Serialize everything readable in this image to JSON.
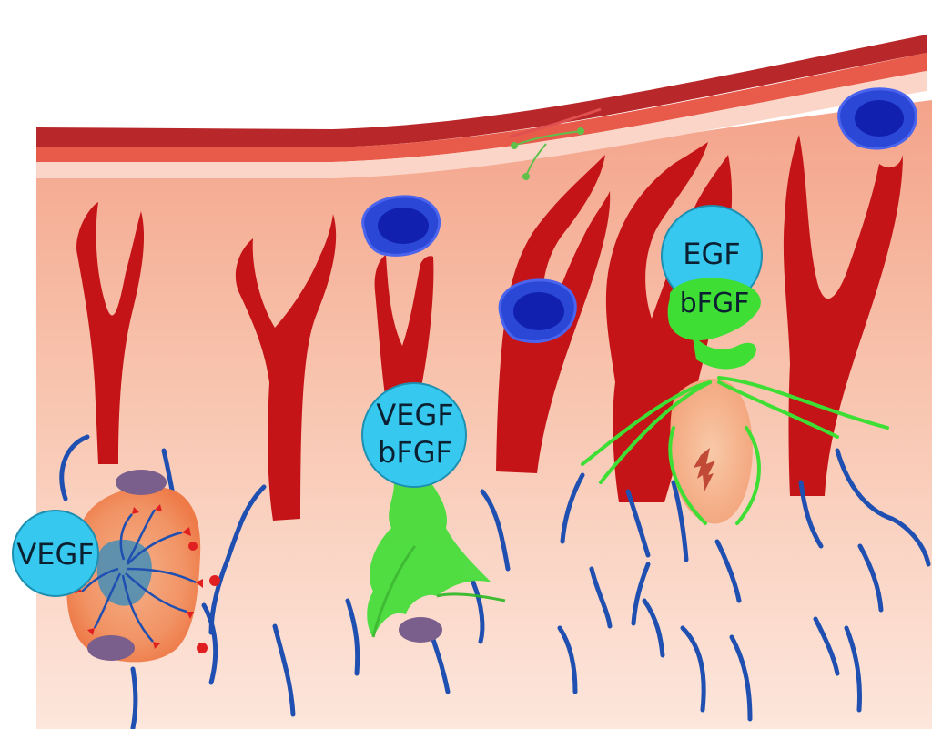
{
  "labels": {
    "vegf_left": "VEGF",
    "center_line1": "VEGF",
    "center_line2": "bFGF",
    "right_line1": "EGF",
    "right_line2": "bFGF"
  },
  "colors": {
    "background_tissue": "#f8c8b2",
    "vessel_red": "#c41417",
    "fiber_blue": "#1f4fb0",
    "growth_factor_circle": "#37c8ef",
    "blue_cell": "#2a47d6",
    "green_signal": "#3ede34",
    "pericyte_purple": "#7a5e8c"
  }
}
